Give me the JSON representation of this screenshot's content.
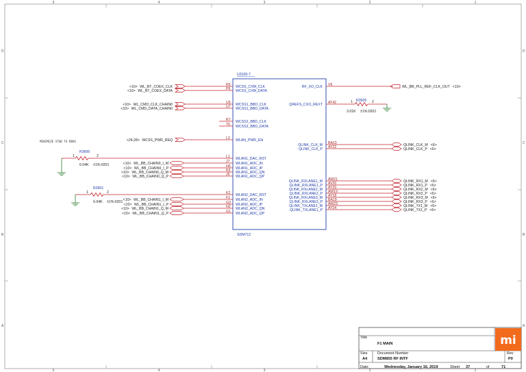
{
  "colors": {
    "wire": "#c0202a",
    "pin_text": "#1f3aa8",
    "chip_outline": "#1f3aa8",
    "logo": "#f26b1d",
    "ground": "#2c7a2c"
  },
  "border": {
    "top_numbers": [
      "5",
      "4",
      "3",
      "2",
      "1"
    ],
    "bottom_numbers": [
      "5",
      "4",
      "3",
      "2",
      "1"
    ],
    "left_letters": [
      "D",
      "C",
      "B",
      "A"
    ],
    "right_letters": [
      "D",
      "C",
      "B",
      "A"
    ]
  },
  "chip": {
    "ref": "U3100-7",
    "part": "SDM712",
    "left_pins": [
      {
        "name": "WCSS_CXM_CLK",
        "num": "R5"
      },
      {
        "name": "WCSS_CXM_DATA",
        "num": "P6"
      },
      {
        "name": "WCSS1_BBD_CLK",
        "num": "U5"
      },
      {
        "name": "WCSS1_BBD_DATA",
        "num": "U7"
      },
      {
        "name": "WCSS2_BBD_CLK",
        "num": "R7"
      },
      {
        "name": "WCSS2_BBD_DATA",
        "num": "T6"
      },
      {
        "name": "WLAN_PWR_EN",
        "num": "L3"
      },
      {
        "name": "WLAN1_DAC_RST",
        "num": "L1"
      },
      {
        "name": "WLAN1_ADC_IN",
        "num": "J7"
      },
      {
        "name": "WLAN1_ADC_IP",
        "num": "H6"
      },
      {
        "name": "WLAN1_ADC_QN",
        "num": "K6"
      },
      {
        "name": "WLAN1_ADC_QP",
        "num": "J5"
      },
      {
        "name": "WLAN2_DAC_RST",
        "num": "K2"
      },
      {
        "name": "WLAN2_ADC_IN",
        "num": "F2"
      },
      {
        "name": "WLAN2_ADC_IP",
        "num": "G3"
      },
      {
        "name": "WLAN2_ADC_QN",
        "num": "H2"
      },
      {
        "name": "WLAN2_ADC_QP",
        "num": "G1"
      }
    ],
    "right_pins": [
      {
        "name": "RF_XO_CLK",
        "num": "V6"
      },
      {
        "name": "QREFS_CXO_REXT",
        "num": "AT42"
      },
      {
        "name": "QLINK_CLK_M",
        "num": "BA23"
      },
      {
        "name": "QLINK_CLK_P",
        "num": "AY22"
      },
      {
        "name": "QLINK_RXLANE1_M",
        "num": "AW21"
      },
      {
        "name": "QLINK_RXLANE1_P",
        "num": "AV20"
      },
      {
        "name": "QLINK_RXLANE2_M",
        "num": "AY20"
      },
      {
        "name": "QLINK_RXLANE2_P",
        "num": "AW19"
      },
      {
        "name": "QLINK_RXLANE3_M",
        "num": "AY18"
      },
      {
        "name": "QLINK_RXLANE3_P",
        "num": "BA19"
      },
      {
        "name": "QLINK_TXLANE1_M",
        "num": "AW23"
      },
      {
        "name": "QLINK_TXLANE1_P",
        "num": "AY24"
      }
    ]
  },
  "left_nets": [
    {
      "sheet": "<10>",
      "name": "WL_BT_COEX_CLK"
    },
    {
      "sheet": "<10>",
      "name": "WL_BT_COEX_DATA"
    },
    {
      "sheet": "<10>",
      "name": "WL_CMD_CLK_CHAIN0"
    },
    {
      "sheet": "<10>",
      "name": "WL_CMD_DATA_CHAIN0"
    },
    {
      "sheet": "<24,28>",
      "name": "WCSS_PWR_REQ"
    },
    {
      "sheet": "<10>",
      "name": "WL_BB_CHAIN0_I_M"
    },
    {
      "sheet": "<10>",
      "name": "WL_BB_CHAIN0_I_P"
    },
    {
      "sheet": "<10>",
      "name": "WL_BB_CHAIN0_Q_M"
    },
    {
      "sheet": "<10>",
      "name": "WL_BB_CHAIN0_Q_P"
    },
    {
      "sheet": "<10>",
      "name": "WL_BB_CHAIN1_I_M"
    },
    {
      "sheet": "<10>",
      "name": "WL_BB_CHAIN1_I_P"
    },
    {
      "sheet": "<10>",
      "name": "WL_BB_CHAIN1_Q_M"
    },
    {
      "sheet": "<10>",
      "name": "WL_BB_CHAIN1_Q_P"
    }
  ],
  "right_nets": {
    "pll": {
      "name": "WL_BB_PLL_REF_CLK_OUT",
      "sheet": "<10>"
    },
    "qlink": [
      {
        "name": "QLINK_CLK_M",
        "sheet": "<6>"
      },
      {
        "name": "QLINK_CLK_P",
        "sheet": "<6>"
      },
      {
        "name": "QLINK_RX1_M",
        "sheet": "<6>"
      },
      {
        "name": "QLINK_RX1_P",
        "sheet": "<6>"
      },
      {
        "name": "QLINK_RX2_M",
        "sheet": "<6>"
      },
      {
        "name": "QLINK_RX2_P",
        "sheet": "<6>"
      },
      {
        "name": "QLINK_RX3_M",
        "sheet": "<6>"
      },
      {
        "name": "QLINK_RX3_P",
        "sheet": "<6>"
      },
      {
        "name": "QLINK_TX1_M",
        "sheet": "<6>"
      },
      {
        "name": "QLINK_TX1_P",
        "sheet": "<6>"
      }
    ]
  },
  "resistors": {
    "r3605": {
      "ref": "R3605",
      "pin1": "1",
      "pin2": "2",
      "value": "3.01K",
      "tol": "±1%:0201"
    },
    "r3600": {
      "ref": "R3600",
      "pin1": "1",
      "pin2": "2",
      "value": "6.04K",
      "tol": "±1%:0201"
    },
    "r3601": {
      "ref": "R3601",
      "pin1": "1",
      "pin2": "2",
      "value": "6.04K",
      "tol": "±1%:0201"
    }
  },
  "note": "MINIMIZE STUB TO RBUS",
  "title_block": {
    "title_label": "Title",
    "title": "F1 MAIN",
    "size_label": "Size",
    "size": "A4",
    "docnum_label": "Document Number",
    "docnum": "SDM855 RF INTF",
    "rev_label": "Rev",
    "rev": "P0",
    "date_label": "Date:",
    "date": "Wednesday, January 16, 2019",
    "sheet_label": "Sheet",
    "sheet": "37",
    "of_label": "of",
    "total": "71"
  }
}
